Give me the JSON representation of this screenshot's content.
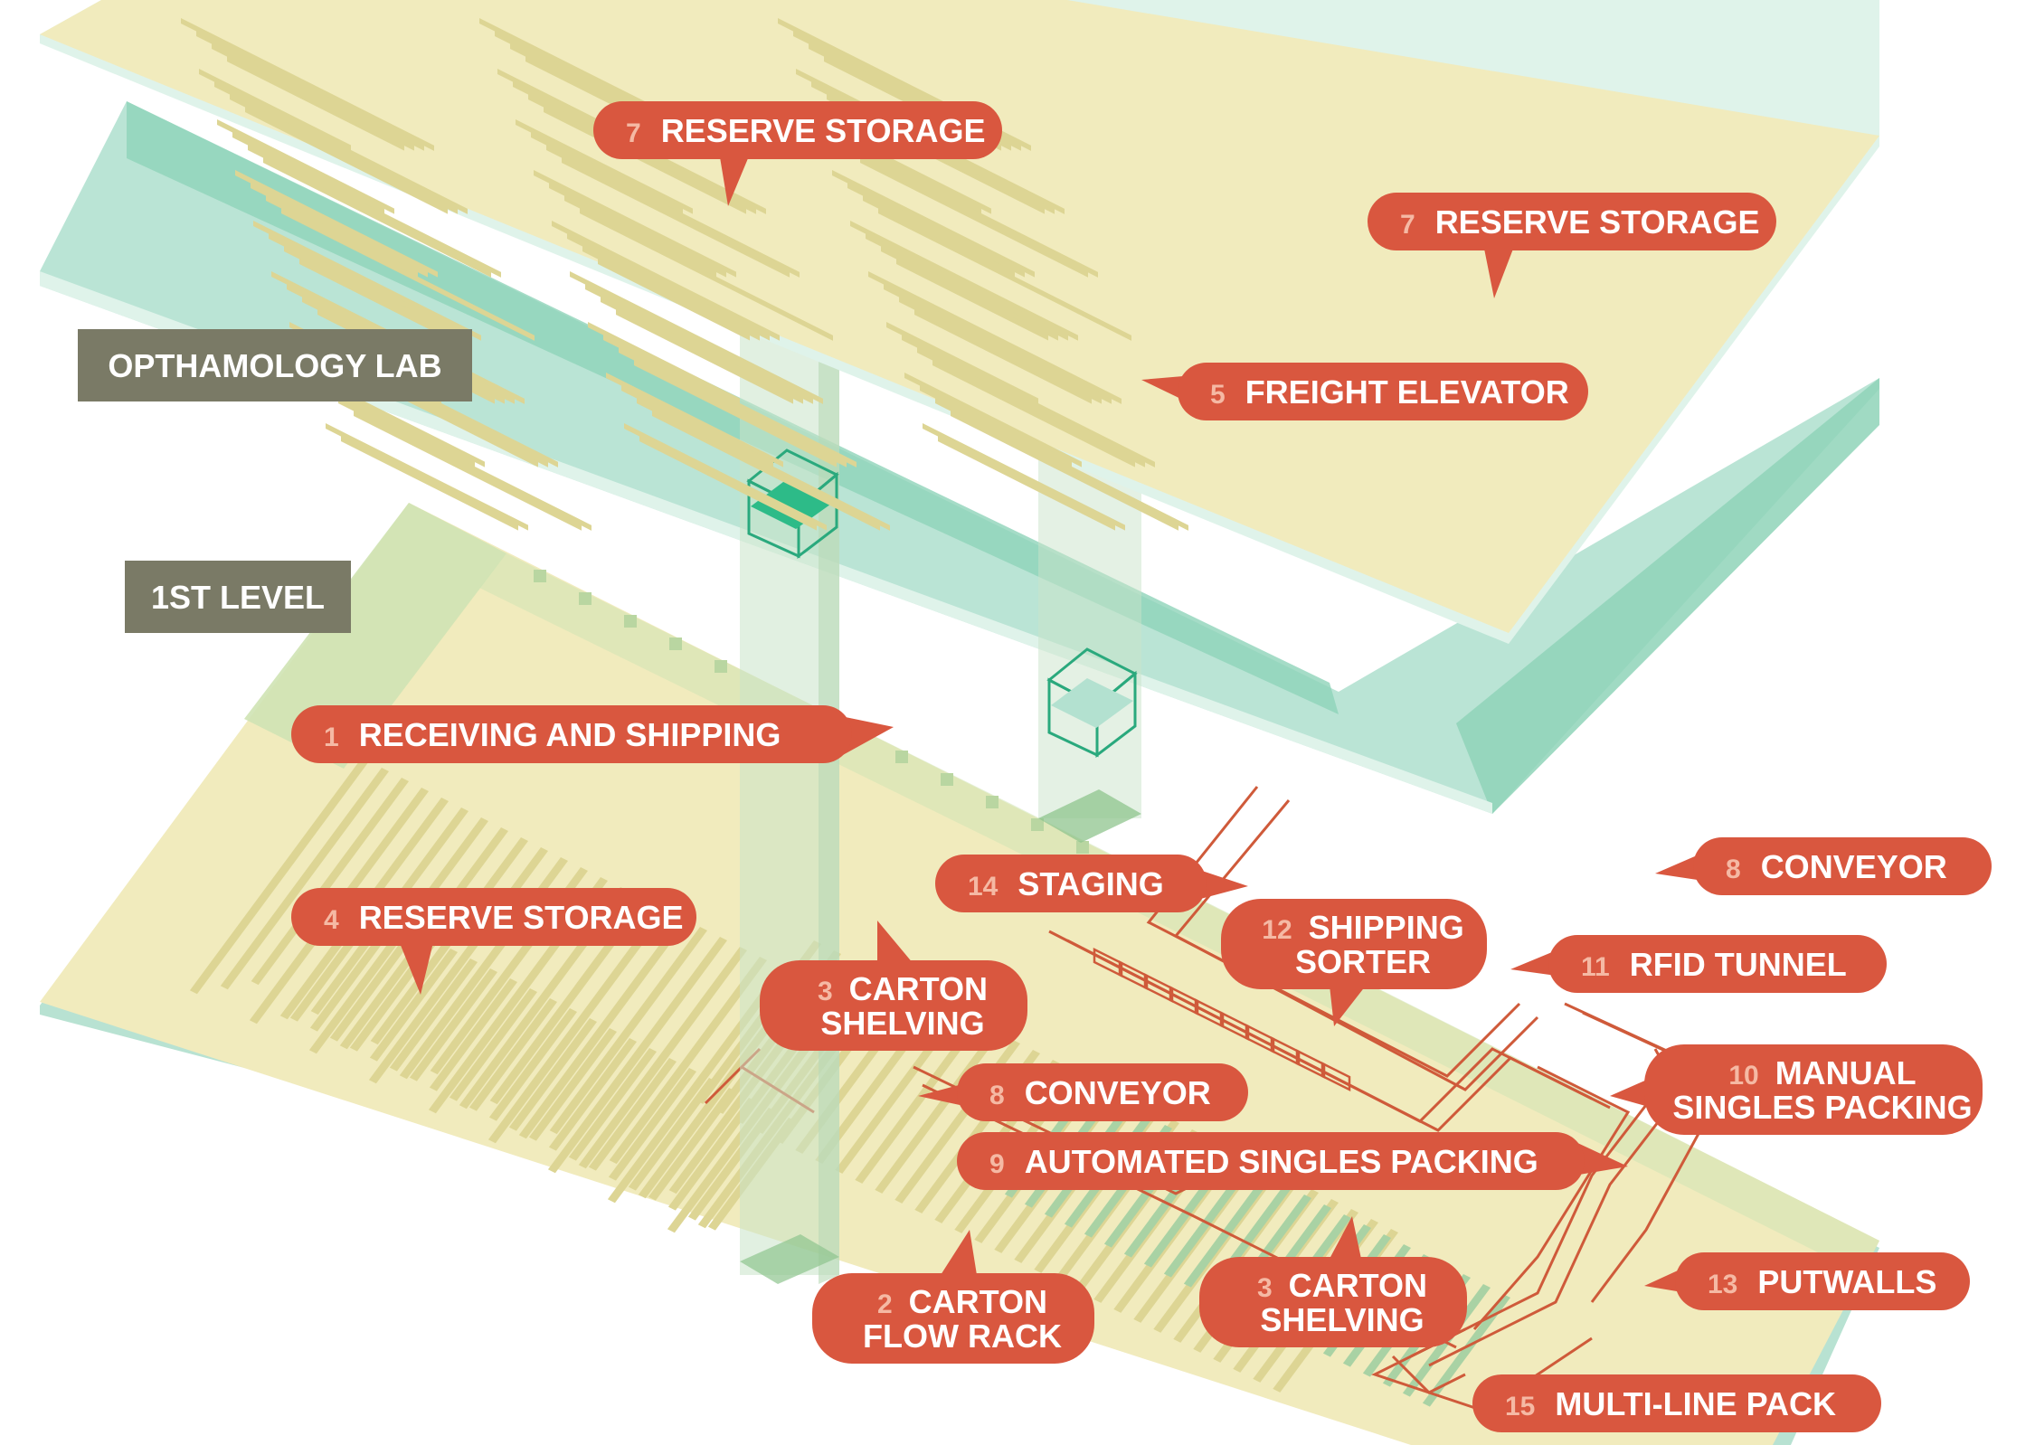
{
  "levels": {
    "upper": "OPTHAMOLOGY LAB",
    "lower": "1ST LEVEL"
  },
  "callouts": [
    {
      "id": "reserve-storage-top-left",
      "number": "7",
      "lines": [
        "RESERVE STORAGE"
      ]
    },
    {
      "id": "reserve-storage-top-right",
      "number": "7",
      "lines": [
        "RESERVE STORAGE"
      ]
    },
    {
      "id": "freight-elevator",
      "number": "5",
      "lines": [
        "FREIGHT ELEVATOR"
      ]
    },
    {
      "id": "receiving-shipping",
      "number": "1",
      "lines": [
        "RECEIVING AND SHIPPING"
      ]
    },
    {
      "id": "reserve-storage-lower",
      "number": "4",
      "lines": [
        "RESERVE STORAGE"
      ]
    },
    {
      "id": "staging",
      "number": "14",
      "lines": [
        "STAGING"
      ]
    },
    {
      "id": "conveyor-right",
      "number": "8",
      "lines": [
        "CONVEYOR"
      ]
    },
    {
      "id": "shipping-sorter",
      "number": "12",
      "lines": [
        "SHIPPING",
        "SORTER"
      ]
    },
    {
      "id": "rfid-tunnel",
      "number": "11",
      "lines": [
        "RFID TUNNEL"
      ]
    },
    {
      "id": "carton-shelving-left",
      "number": "3",
      "lines": [
        "CARTON",
        "SHELVING"
      ]
    },
    {
      "id": "conveyor-center",
      "number": "8",
      "lines": [
        "CONVEYOR"
      ]
    },
    {
      "id": "manual-singles-packing",
      "number": "10",
      "lines": [
        "MANUAL",
        "SINGLES PACKING"
      ]
    },
    {
      "id": "automated-singles-packing",
      "number": "9",
      "lines": [
        "AUTOMATED SINGLES PACKING"
      ]
    },
    {
      "id": "putwalls",
      "number": "13",
      "lines": [
        "PUTWALLS"
      ]
    },
    {
      "id": "carton-flow-rack",
      "number": "2",
      "lines": [
        "CARTON",
        "FLOW RACK"
      ]
    },
    {
      "id": "carton-shelving-right",
      "number": "3",
      "lines": [
        "CARTON",
        "SHELVING"
      ]
    },
    {
      "id": "multi-line-pack",
      "number": "15",
      "lines": [
        "MULTI-LINE PACK"
      ]
    }
  ],
  "colors": {
    "floor_fill": "#f1ebbd",
    "floor_rack": "#ddd594",
    "floor_edge": "#a8d9c7",
    "teal_band": "#8fd3b9",
    "teal_light": "#b3e1d0",
    "shaft": "#c9e3c9",
    "callout": "#d9573f",
    "callout_number": "#f5b9a4",
    "callout_text": "#ffffff",
    "conveyor": "#cf5a3a",
    "elevator_fill": "#2dbb88",
    "rack_green": "#a9d2a4",
    "level_tag": "#7a7a66"
  }
}
